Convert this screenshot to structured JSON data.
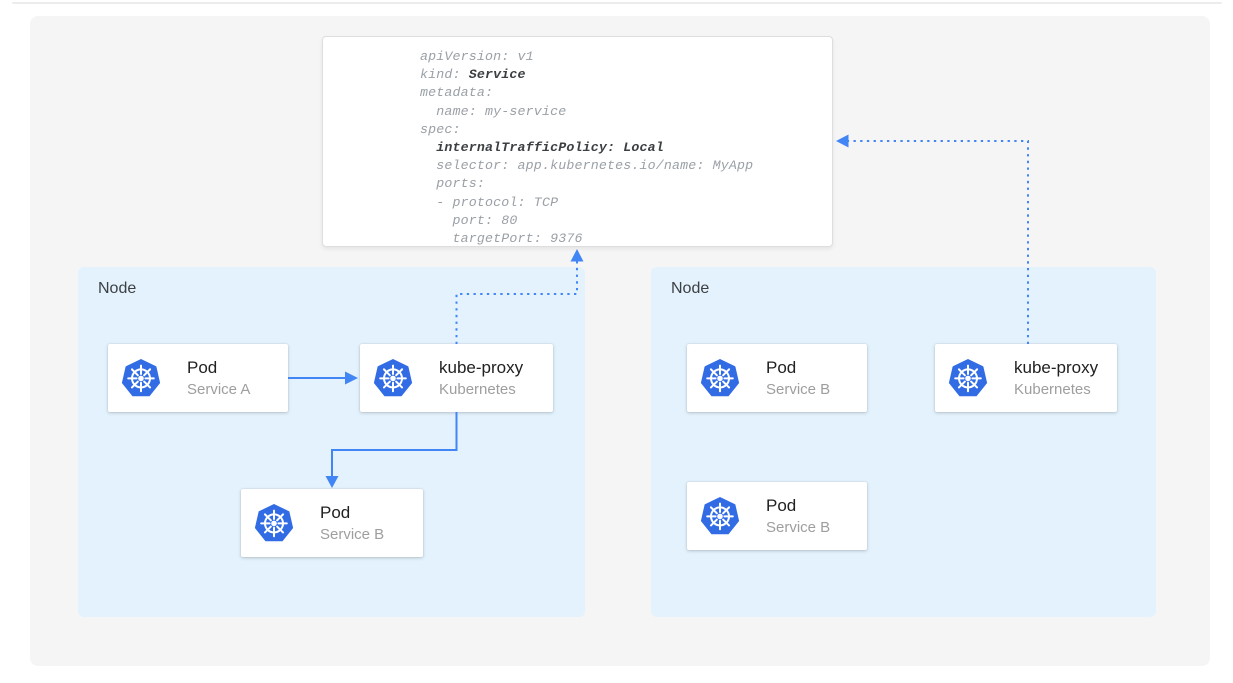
{
  "colors": {
    "arrow_blue": "#4285F4",
    "kubernetes_blue": "#326CE5",
    "node_background": "#E3F2FD",
    "canvas_background": "#F5F5F6",
    "hairline": "#ECECEC",
    "code_gray": "#9AA0A6",
    "code_bold": "#3C4043",
    "label_dark": "#3C4043",
    "title_dark": "#212121",
    "subtitle_gray": "#9E9E9E"
  },
  "yaml_card": {
    "lines": [
      {
        "segments": [
          {
            "text": "apiVersion: v1",
            "bold": false
          }
        ]
      },
      {
        "segments": [
          {
            "text": "kind: ",
            "bold": false
          },
          {
            "text": "Service",
            "bold": true
          }
        ]
      },
      {
        "segments": [
          {
            "text": "metadata:",
            "bold": false
          }
        ]
      },
      {
        "segments": [
          {
            "text": "  name: my-service",
            "bold": false
          }
        ]
      },
      {
        "segments": [
          {
            "text": "spec:",
            "bold": false
          }
        ]
      },
      {
        "segments": [
          {
            "text": "  ",
            "bold": false
          },
          {
            "text": "internalTrafficPolicy: Local",
            "bold": true
          }
        ]
      },
      {
        "segments": [
          {
            "text": "  selector: app.kubernetes.io/name: MyApp",
            "bold": false
          }
        ]
      },
      {
        "segments": [
          {
            "text": "  ports:",
            "bold": false
          }
        ]
      },
      {
        "segments": [
          {
            "text": "  - protocol: TCP",
            "bold": false
          }
        ]
      },
      {
        "segments": [
          {
            "text": "    port: 80",
            "bold": false
          }
        ]
      },
      {
        "segments": [
          {
            "text": "    targetPort: 9376",
            "bold": false
          }
        ]
      }
    ]
  },
  "nodes": [
    {
      "label": "Node",
      "cards": [
        {
          "title": "Pod",
          "subtitle": "Service A",
          "icon": "kubernetes-icon"
        },
        {
          "title": "kube-proxy",
          "subtitle": "Kubernetes",
          "icon": "kubernetes-icon"
        },
        {
          "title": "Pod",
          "subtitle": "Service B",
          "icon": "kubernetes-icon"
        }
      ]
    },
    {
      "label": "Node",
      "cards": [
        {
          "title": "Pod",
          "subtitle": "Service B",
          "icon": "kubernetes-icon"
        },
        {
          "title": "kube-proxy",
          "subtitle": "Kubernetes",
          "icon": "kubernetes-icon"
        },
        {
          "title": "Pod",
          "subtitle": "Service B",
          "icon": "kubernetes-icon"
        }
      ]
    }
  ],
  "icons": [
    {
      "name": "kubernetes-icon",
      "meaning": "Kubernetes logo: white ship's wheel on blue heptagon"
    }
  ],
  "arrows": [
    {
      "name": "pod-service-a-to-kube-proxy",
      "style": "solid"
    },
    {
      "name": "kube-proxy-to-pod-service-b",
      "style": "solid"
    },
    {
      "name": "kube-proxy-left-to-service-yaml",
      "style": "dotted"
    },
    {
      "name": "kube-proxy-right-to-service-yaml",
      "style": "dotted"
    }
  ]
}
